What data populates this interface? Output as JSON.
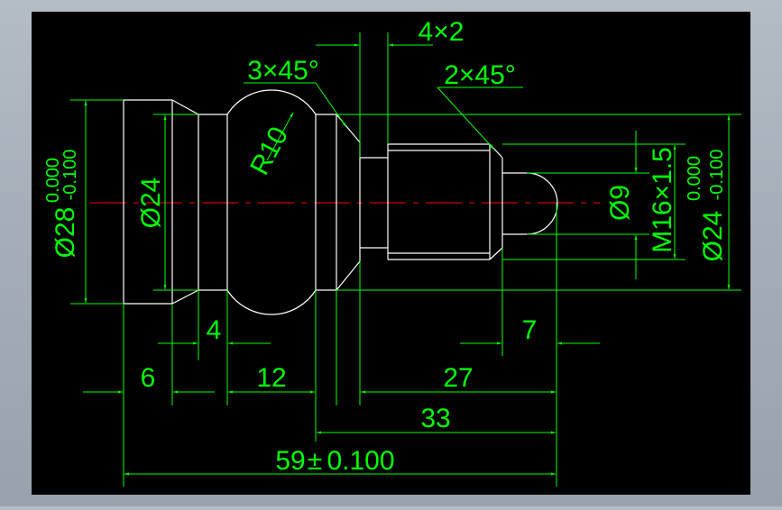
{
  "colors": {
    "background": "#000000",
    "outline": "#ffffff",
    "dimension": "#00ff00",
    "centerline": "#ff0000",
    "window_frame": "#a9b2bc"
  },
  "labels": {
    "chamfer_4x2": "4×2",
    "chamfer_3x45": "3×45°",
    "chamfer_2x45": "2×45°",
    "radius_r10": "R10",
    "dia_24_inner": "Ø24",
    "dia_28": "Ø28",
    "dia_28_tol_upper": "0.000",
    "dia_28_tol_lower": "-0.100",
    "dia_9": "Ø9",
    "thread_m16": "M16×1.5",
    "dia_24_right": "Ø24",
    "dia_24_tol_upper": "0.000",
    "dia_24_tol_lower": "-0.100",
    "len_4": "4",
    "len_7": "7",
    "len_6": "6",
    "len_12": "12",
    "len_27": "27",
    "len_33": "33",
    "len_59": "59",
    "len_59_tol_symbol": "±",
    "len_59_tol": "0.100"
  }
}
